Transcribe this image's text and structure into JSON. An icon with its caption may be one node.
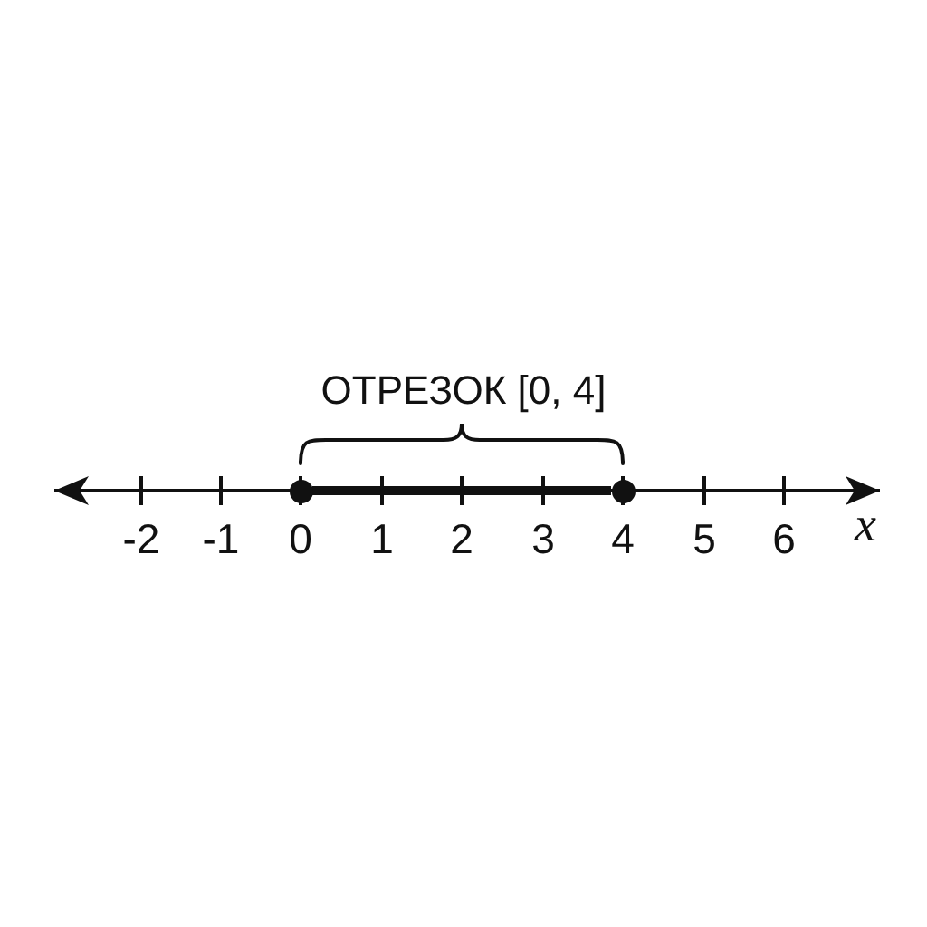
{
  "diagram": {
    "nodes": [
      {
        "text": [],
        "shape": "circle"
      },
      {
        "text": [],
        "shape": "circle"
      }
    ],
    "edges": [
      {
        "from": 0,
        "to": 1,
        "arrow": "none"
      }
    ],
    "labels": [
      "ОТРЕЗОК [0, 4]",
      "-2",
      "-1",
      "0",
      "1",
      "2",
      "3",
      "4",
      "5",
      "6",
      "x"
    ]
  }
}
